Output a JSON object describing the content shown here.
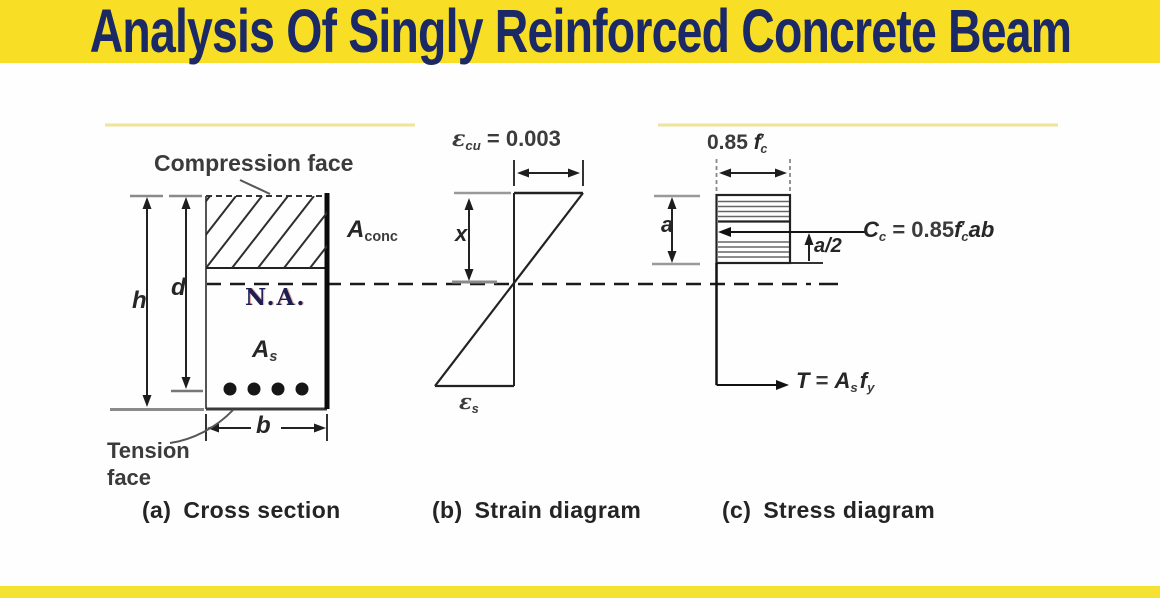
{
  "banner": {
    "title": "Analysis Of Singly Reinforced Concrete Beam"
  },
  "colors": {
    "banner_bg": "#F8DF25",
    "banner_text": "#1B2A66",
    "bottom_bar_bg": "#F6E233",
    "diagram_line": "#222222",
    "dimension_gray": "#8A8A8A",
    "na_text": "#1D1D52",
    "artifact_line": "#EFE49B"
  },
  "figure": {
    "cross_section": {
      "compression_face": "Compression face",
      "tension_face": [
        "Tension",
        "face"
      ],
      "na": "N.A.",
      "area_conc": {
        "base": "A",
        "sub": "conc"
      },
      "area_steel": {
        "base": "A",
        "sub": "s"
      },
      "dim_h": "h",
      "dim_d": "d",
      "dim_b": "b",
      "caption": {
        "prefix": "(a)",
        "text": "Cross section"
      }
    },
    "strain": {
      "eps_cu": {
        "base": "ε",
        "sub": "cu",
        "value": " = 0.003"
      },
      "eps_s": {
        "base": "ε",
        "sub": "s"
      },
      "dim_x": "x",
      "caption": {
        "prefix": "(b)",
        "text": "Strain diagram"
      }
    },
    "stress": {
      "top_stress": {
        "pre": "0.85 ",
        "f": "f",
        "prime": "′",
        "sub": "c"
      },
      "cc": {
        "base": "C",
        "sub": "c",
        "mid": " = 0.85",
        "f": "f",
        "prime": "′",
        "fsub": "c",
        "end": "ab"
      },
      "tension_force": {
        "base": "T",
        "eq": " = ",
        "a": "A",
        "asub": "s",
        "f": "f",
        "fsub": "y"
      },
      "dim_a": "a",
      "dim_a_half": "a/2",
      "caption": {
        "prefix": "(c)",
        "text": "Stress diagram"
      }
    }
  }
}
